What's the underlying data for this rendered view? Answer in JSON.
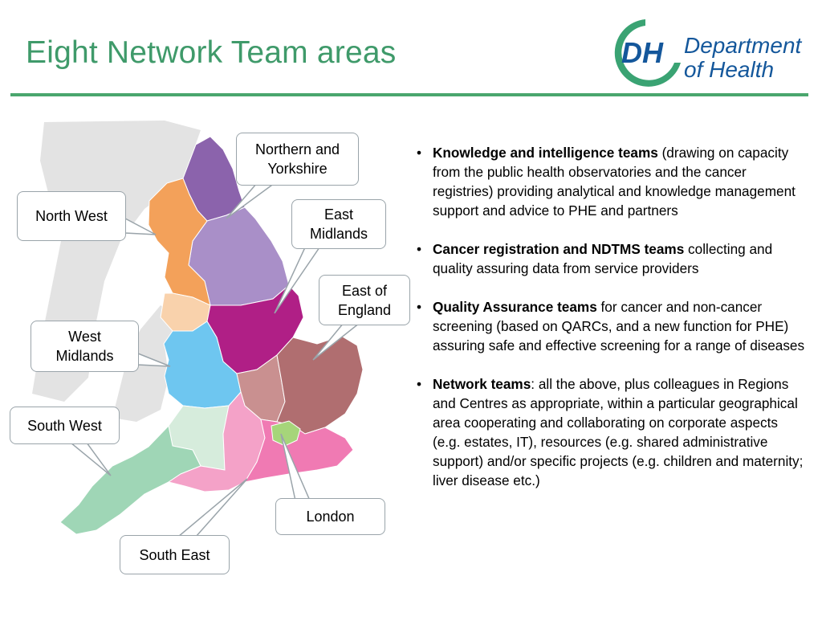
{
  "title": "Eight Network Team areas",
  "logo": {
    "monogram": "DH",
    "line1": "Department",
    "line2": "of Health"
  },
  "regions": {
    "northern_and_yorkshire": "Northern and Yorkshire",
    "north_west": "North West",
    "east_midlands": "East Midlands",
    "east_of_england": "East of England",
    "west_midlands": "West Midlands",
    "south_west": "South West",
    "london": "London",
    "south_east": "South East"
  },
  "bullets": [
    {
      "bold": "Knowledge and intelligence teams",
      "text": " (drawing on capacity from the public health observatories and the cancer registries) providing analytical and knowledge management support and advice to PHE and partners"
    },
    {
      "bold": "Cancer registration and NDTMS teams",
      "text": " collecting and quality assuring data from service providers"
    },
    {
      "bold": "Quality Assurance teams",
      "text": " for cancer and non-cancer screening (based on QARCs, and a new function for PHE) assuring safe and effective screening for a range of diseases"
    },
    {
      "bold": "Network teams",
      "text": ": all the above, plus colleagues in Regions and Centres as appropriate, within a particular geographical area cooperating and collaborating on corporate aspects (e.g. estates, IT), resources (e.g. shared administrative support) and/or specific projects (e.g. children and maternity; liver disease etc.)"
    }
  ],
  "colors": {
    "title": "#3f9a6a",
    "rule": "#4aa66e",
    "logo_blue": "#14579b",
    "logo_green": "#3aa373",
    "northern": "#8b63ac",
    "yorkshire": "#a98fc8",
    "north_west": "#f3a15a",
    "north_west_south": "#f9d2ac",
    "east_midlands": "#b01f86",
    "west_midlands": "#6ec6f0",
    "east_of_england": "#b06e70",
    "east_of_england_west": "#c99090",
    "south_west": "#9fd6b6",
    "south_west_north": "#d6ecdc",
    "south_east": "#f07ab3",
    "south_east_west": "#f4a2c8",
    "london": "#a6d57a",
    "background_land": "#e3e3e3"
  }
}
